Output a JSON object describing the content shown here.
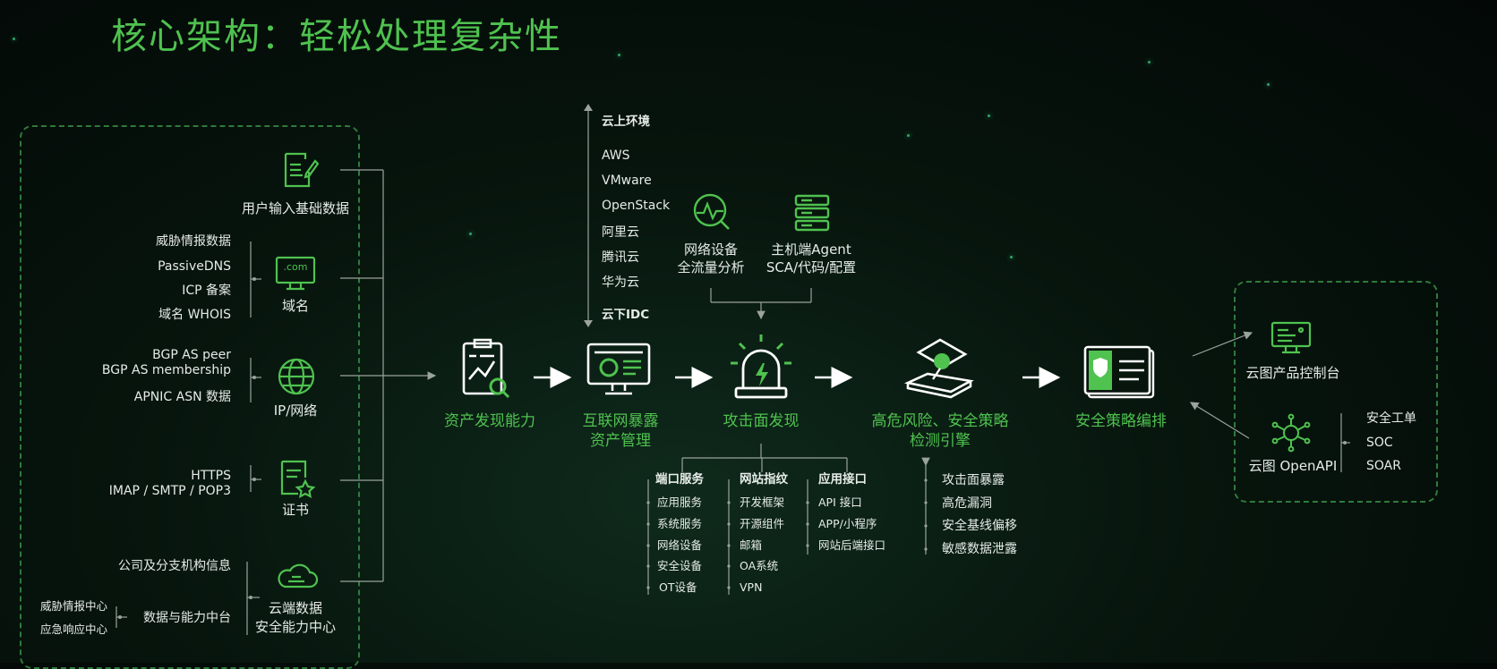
{
  "title": "核心架构：轻松处理复杂性",
  "sources": {
    "user_input": "用户输入基础数据",
    "domain": {
      "items": [
        "威胁情报数据",
        "PassiveDNS",
        "ICP 备案",
        "域名 WHOIS"
      ],
      "icon_text": ".com",
      "label": "域名"
    },
    "ip": {
      "items": [
        "BGP AS peer",
        "BGP AS membership",
        "APNIC ASN 数据"
      ],
      "label": "IP/网络"
    },
    "cert": {
      "items": [
        "HTTPS",
        "IMAP / SMTP / POP3"
      ],
      "label": "证书"
    },
    "cloud": {
      "company": "公司及分支机构信息",
      "sub_items": [
        "威胁情报中心",
        "应急响应中心"
      ],
      "platform": "数据与能力中台",
      "label_line1": "云端数据",
      "label_line2": "安全能力中心"
    }
  },
  "env": {
    "top": "云上环境",
    "items": [
      "AWS",
      "VMware",
      "OpenStack",
      "阿里云",
      "腾讯云",
      "华为云"
    ],
    "bottom": "云下IDC"
  },
  "stages": {
    "discovery": "资产发现能力",
    "management_line1": "互联网暴露",
    "management_line2": "资产管理",
    "attack_surface": "攻击面发现",
    "risk_line1": "高危风险、安全策略",
    "risk_line2": "检测引擎",
    "orchestration": "安全策略编排"
  },
  "inputs": {
    "network_line1": "网络设备",
    "network_line2": "全流量分析",
    "agent_line1": "主机端Agent",
    "agent_line2": "SCA/代码/配置"
  },
  "ports": {
    "header": "端口服务",
    "items": [
      "应用服务",
      "系统服务",
      "网络设备",
      "安全设备",
      "OT设备"
    ]
  },
  "fingerprint": {
    "header": "网站指纹",
    "items": [
      "开发框架",
      "开源组件",
      "邮箱",
      "OA系统",
      "VPN"
    ]
  },
  "api": {
    "header": "应用接口",
    "items": [
      "API 接口",
      "APP/小程序",
      "网站后端接口"
    ]
  },
  "risks": [
    "攻击面暴露",
    "高危漏洞",
    "安全基线偏移",
    "敏感数据泄露"
  ],
  "outputs": {
    "console": "云图产品控制台",
    "openapi": "云图 OpenAPI",
    "integrations": [
      "安全工单",
      "SOC",
      "SOAR"
    ]
  },
  "colors": {
    "accent": "#4fc24f",
    "dash": "#2f7a3c",
    "line": "#9aa39c"
  }
}
